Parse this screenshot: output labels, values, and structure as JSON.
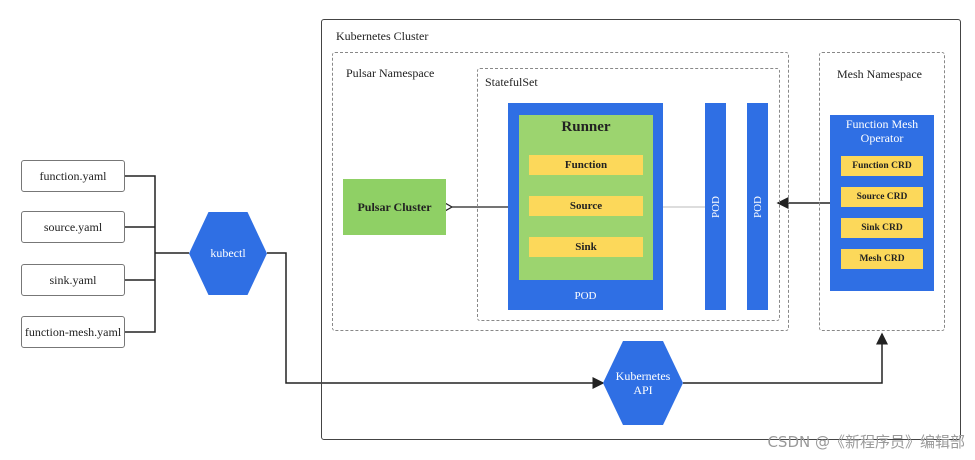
{
  "cluster": {
    "title": "Kubernetes Cluster"
  },
  "pulsar_namespace": {
    "title": "Pulsar Namespace"
  },
  "statefulset": {
    "title": "StatefulSet"
  },
  "mesh_namespace": {
    "title": "Mesh Namespace"
  },
  "yaml_files": [
    "function.yaml",
    "source.yaml",
    "sink.yaml",
    "function-mesh.yaml"
  ],
  "kubectl": "kubectl",
  "pulsar_cluster": "Pulsar Cluster",
  "runner": {
    "title": "Runner",
    "items": [
      "Function",
      "Source",
      "Sink"
    ],
    "pod_label": "POD"
  },
  "pods": [
    "POD",
    "POD"
  ],
  "operator": {
    "title": "Function Mesh Operator",
    "crds": [
      "Function CRD",
      "Source CRD",
      "Sink CRD",
      "Mesh CRD"
    ]
  },
  "kubernetes_api": "Kubernetes API",
  "watermark": "CSDN @《新程序员》编辑部",
  "colors": {
    "blue": "#2f6fe4",
    "green": "#9cd46f",
    "yellow": "#fcd85a",
    "pulsar_green": "#8fd065"
  }
}
